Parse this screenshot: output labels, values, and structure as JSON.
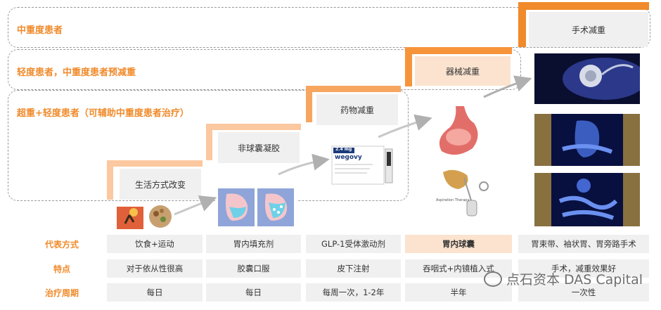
{
  "severity": {
    "moderate_severe": "中重度患者",
    "mild": "轻度患者，中重度患者预减重",
    "super": "超重+轻度患者（可辅助中重度患者治疗）"
  },
  "stages": [
    {
      "label": "生活方式改变"
    },
    {
      "label": "非球囊凝胶"
    },
    {
      "label": "药物减重"
    },
    {
      "label": "器械减重"
    },
    {
      "label": "手术减重"
    }
  ],
  "rows": [
    {
      "label": "代表方式",
      "values": [
        "饮食+运动",
        "胃内填充剂",
        "GLP-1受体激动剂",
        "胃内球囊",
        "胃束带、袖状胃、胃旁路手术"
      ]
    },
    {
      "label": "特点",
      "values": [
        "对于依从性很高",
        "胶囊口服",
        "皮下注射",
        "吞咽式+内镜植入式",
        "手术，减重效果好"
      ]
    },
    {
      "label": "治疗周期",
      "values": [
        "每日",
        "每日",
        "每周一次，1-2年",
        "半年",
        "一次性"
      ]
    }
  ],
  "drug_box": {
    "dose": "2.4 mg",
    "brand": "wegovy"
  },
  "balloon_caption": "Aspiration Therapy",
  "watermark": "点石资本 DAS Capital",
  "colors": {
    "accent": "#f08a2a",
    "light_accent": "#fbc89f",
    "cell_bg": "#f0f0f0",
    "highlight_bg": "#fbe3cf"
  }
}
